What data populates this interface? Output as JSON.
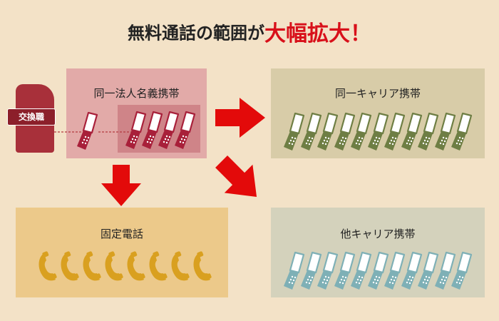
{
  "title": {
    "main": "無料通話の範囲が",
    "accent": "大幅拡大！"
  },
  "exchange": {
    "label": "交換職"
  },
  "boxes": {
    "same_corp": {
      "label": "同一法人名義携帯",
      "phones_outside": 1,
      "phones_grouped": 4
    },
    "same_carrier": {
      "label": "同一キャリア携帯",
      "phones": 11
    },
    "landline": {
      "label": "固定電話",
      "phones": 8
    },
    "other_carrier": {
      "label": "他キャリア携帯",
      "phones": 11
    }
  },
  "colors": {
    "background": "#f3e2c7",
    "accent_red": "#d8101a",
    "arrow_red": "#e30a0a",
    "same_corp_box": "#e2aaa8",
    "same_corp_group": "#cf8488",
    "same_corp_phone": "#a8203a",
    "same_carrier_box": "#d8cca8",
    "same_carrier_phone": "#6e7e44",
    "landline_box": "#ecc98a",
    "landline_phone": "#d9a020",
    "other_carrier_box": "#d4d2bc",
    "other_carrier_phone": "#7eb0b6",
    "exchange": "#a8303a"
  }
}
